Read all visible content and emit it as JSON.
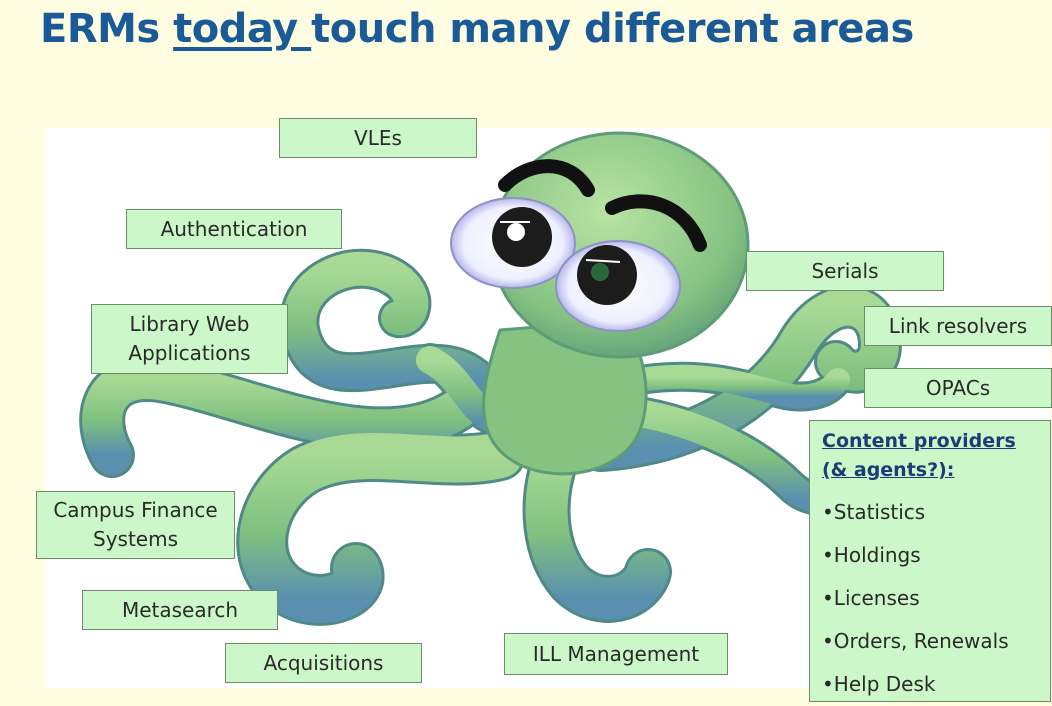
{
  "title": {
    "prefix": "ERMs ",
    "underlined": "today ",
    "suffix": "touch many different areas"
  },
  "labels": {
    "vles": "VLEs",
    "authentication": "Authentication",
    "library_web": "Library Web\nApplications",
    "serials": "Serials",
    "link_resolvers": "Link resolvers",
    "opacs": "OPACs",
    "campus_finance": "Campus Finance\nSystems",
    "metasearch": "Metasearch",
    "acquisitions": "Acquisitions",
    "ill": "ILL Management"
  },
  "content_providers": {
    "heading": "Content providers\n(& agents?):",
    "items": [
      "•Statistics",
      "•Holdings",
      "•Licenses",
      "•Orders, Renewals",
      "•Help Desk"
    ]
  }
}
